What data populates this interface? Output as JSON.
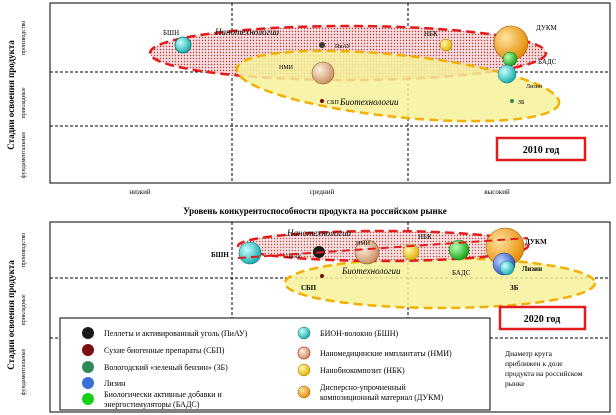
{
  "colors": {
    "nano_fill": "#e9b9c0",
    "nano_border": "#e31b1b",
    "bio_fill": "#f6f19a",
    "bio_border": "#f2b100",
    "year_border": "#e31b1b",
    "grid": "#000000"
  },
  "top_panel": {
    "year_label": "2010 год",
    "y_axis_title": "Стадии освоения продукта",
    "y_levels": [
      "фундаментальные",
      "прикладные",
      "производство"
    ],
    "x_levels": [
      "низкий",
      "средний",
      "высокий"
    ],
    "ellipse_labels": [
      "Нанотехнологии",
      "Биотехнологии"
    ],
    "bubbles": [
      {
        "name": "БИОН-волокно (БШН)",
        "label": "БШН",
        "color": "#1ec7c7",
        "size": "small"
      },
      {
        "name": "Пеллеты и активированный уголь (ПиАУ)",
        "label": "ПиАУ",
        "color": "#1a1a1a",
        "size": "tiny"
      },
      {
        "name": "Сухие биогенные препараты (СБП)",
        "label": "СБП",
        "color": "#7a0d0d",
        "size": "tiny"
      },
      {
        "name": "Наномедицинские имплантаты (НМИ)",
        "label": "НМИ",
        "color": "#e8b090",
        "size": "medium"
      },
      {
        "name": "Нанобиокомпозит (НБК)",
        "label": "НБК",
        "color": "#f0c000",
        "size": "small"
      },
      {
        "name": "Дисперсно-упрочненный композиционный материал (ДУКМ)",
        "label": "ДУКМ",
        "color": "#f5a000",
        "size": "large"
      },
      {
        "name": "Биологически активные добавки и энергостимуляторы (БАДС)",
        "label": "БАДС",
        "color": "#19d019",
        "size": "small"
      },
      {
        "name": "Лизин",
        "label": "Лизин",
        "color": "#3a6fd8",
        "size": "small"
      },
      {
        "name": "Вологодский «зеленый бензин» (ЗБ)",
        "label": "ЗБ",
        "color": "#2e8b57",
        "size": "tiny"
      }
    ]
  },
  "x_axis_title": "Уровень конкурентоспособности продукта на российском рынке",
  "bottom_panel": {
    "year_label": "2020 год",
    "y_axis_title": "Стадии освоения продукта",
    "y_levels": [
      "фундаментальные",
      "прикладные",
      "производство"
    ],
    "ellipse_labels": [
      "Нанотехнологии",
      "Биотехнологии"
    ],
    "bubble_labels": [
      "БШН",
      "ПиАУ",
      "СБП",
      "НМИ",
      "НБК",
      "БАДС",
      "ДУКМ",
      "Лизин",
      "ЗБ"
    ]
  },
  "legend": {
    "items": [
      {
        "label": "Пеллеты и активированный уголь (ПиАУ)",
        "color": "#1a1a1a"
      },
      {
        "label": "Сухие биогенные препараты (СБП)",
        "color": "#7a0d0d"
      },
      {
        "label": "Вологодский «зеленый бензин» (ЗБ)",
        "color": "#2e8b57"
      },
      {
        "label": "Лизин",
        "color": "#3a6fd8"
      },
      {
        "label": "Биологически активные добавки и энергостимуляторы (БАДС)",
        "color": "#19d019"
      },
      {
        "label": "БИОН-волокно (БШН)",
        "color": "#1ec7c7"
      },
      {
        "label": "Наномедицинские имплантаты (НМИ)",
        "color": "#e8b090"
      },
      {
        "label": "Нанобиокомпозит (НБК)",
        "color": "#f0c000"
      },
      {
        "label": "Дисперсно-упрочненный композиционный материал (ДУКМ)",
        "color": "#f5a000"
      }
    ],
    "note": "Диаметр круга приближен к доле продукта на российском рынке"
  }
}
